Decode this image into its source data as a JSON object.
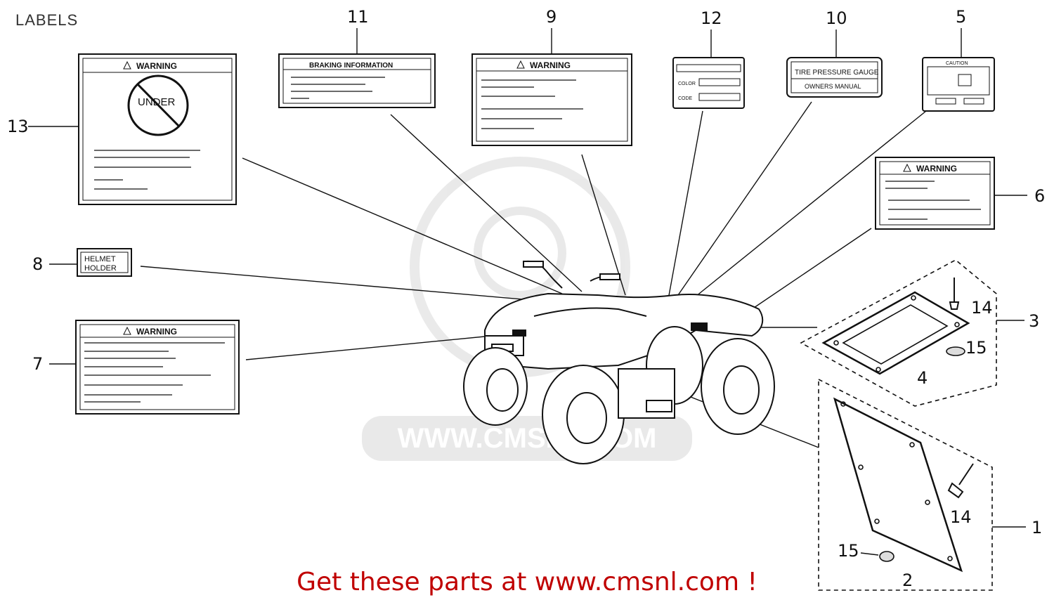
{
  "title": "LABELS",
  "watermark": "WWW.CMSNL.COM",
  "cta": "Get these parts at www.cmsnl.com !",
  "callouts": [
    "1",
    "2",
    "3",
    "4",
    "5",
    "6",
    "7",
    "8",
    "9",
    "10",
    "11",
    "12",
    "13",
    "14",
    "14",
    "15",
    "15"
  ],
  "labels": {
    "warning": "WARNING",
    "under": "UNDER",
    "braking": "BRAKING INFORMATION",
    "color": "COLOR",
    "code": "CODE",
    "tire_line1": "TIRE PRESSURE GAUGE",
    "tire_line2": "OWNERS MANUAL",
    "caution": "CAUTION",
    "helmet_line1": "HELMET",
    "helmet_line2": "HOLDER"
  }
}
